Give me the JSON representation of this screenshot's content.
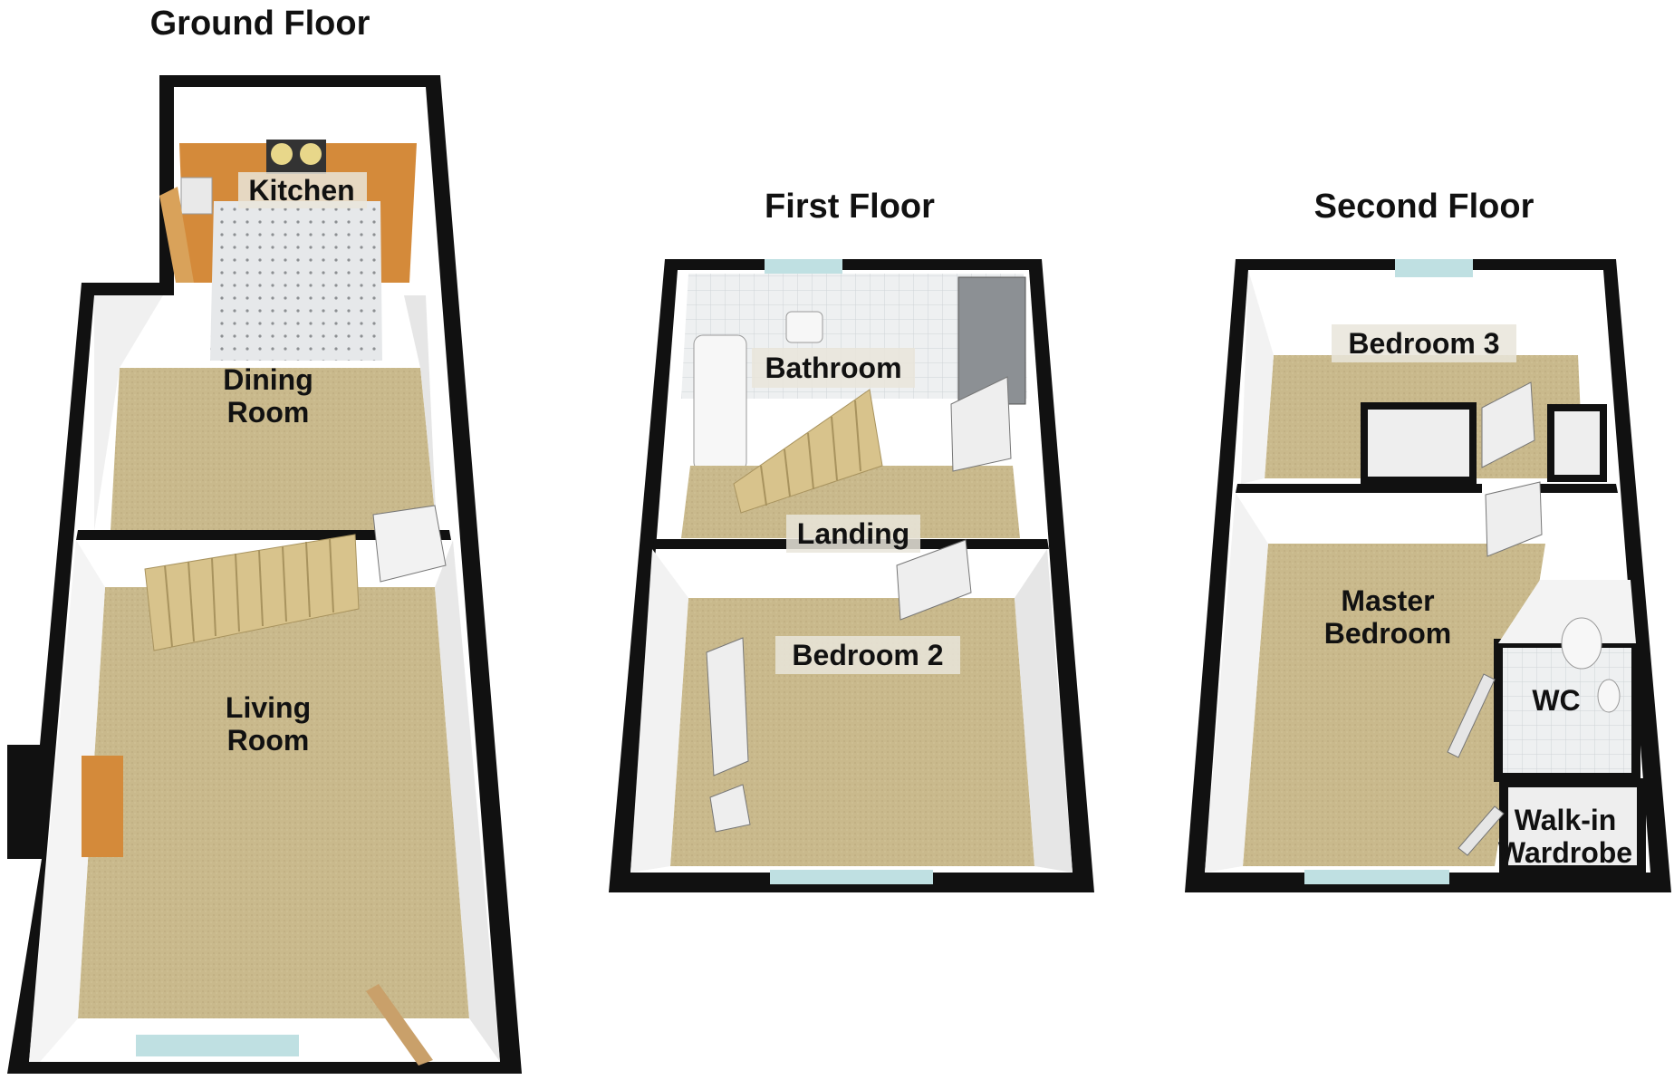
{
  "floors": {
    "ground": {
      "title": "Ground Floor",
      "rooms": {
        "kitchen": "Kitchen",
        "dining_line1": "Dining",
        "dining_line2": "Room",
        "living_line1": "Living",
        "living_line2": "Room"
      }
    },
    "first": {
      "title": "First Floor",
      "rooms": {
        "bathroom": "Bathroom",
        "landing": "Landing",
        "bedroom2": "Bedroom 2"
      }
    },
    "second": {
      "title": "Second Floor",
      "rooms": {
        "bedroom3": "Bedroom 3",
        "master_line1": "Master",
        "master_line2": "Bedroom",
        "wc": "WC",
        "walkin_line1": "Walk-in",
        "walkin_line2": "Wardrobe"
      }
    }
  },
  "colors": {
    "wall": "#111111",
    "carpet": "#c9b98c",
    "kitchen_worktop": "#d48a3a",
    "tile": "#e4e6e8",
    "inner_wall": "#ffffff",
    "window": "#bfe0e2",
    "stairs": "#d8c38c"
  }
}
